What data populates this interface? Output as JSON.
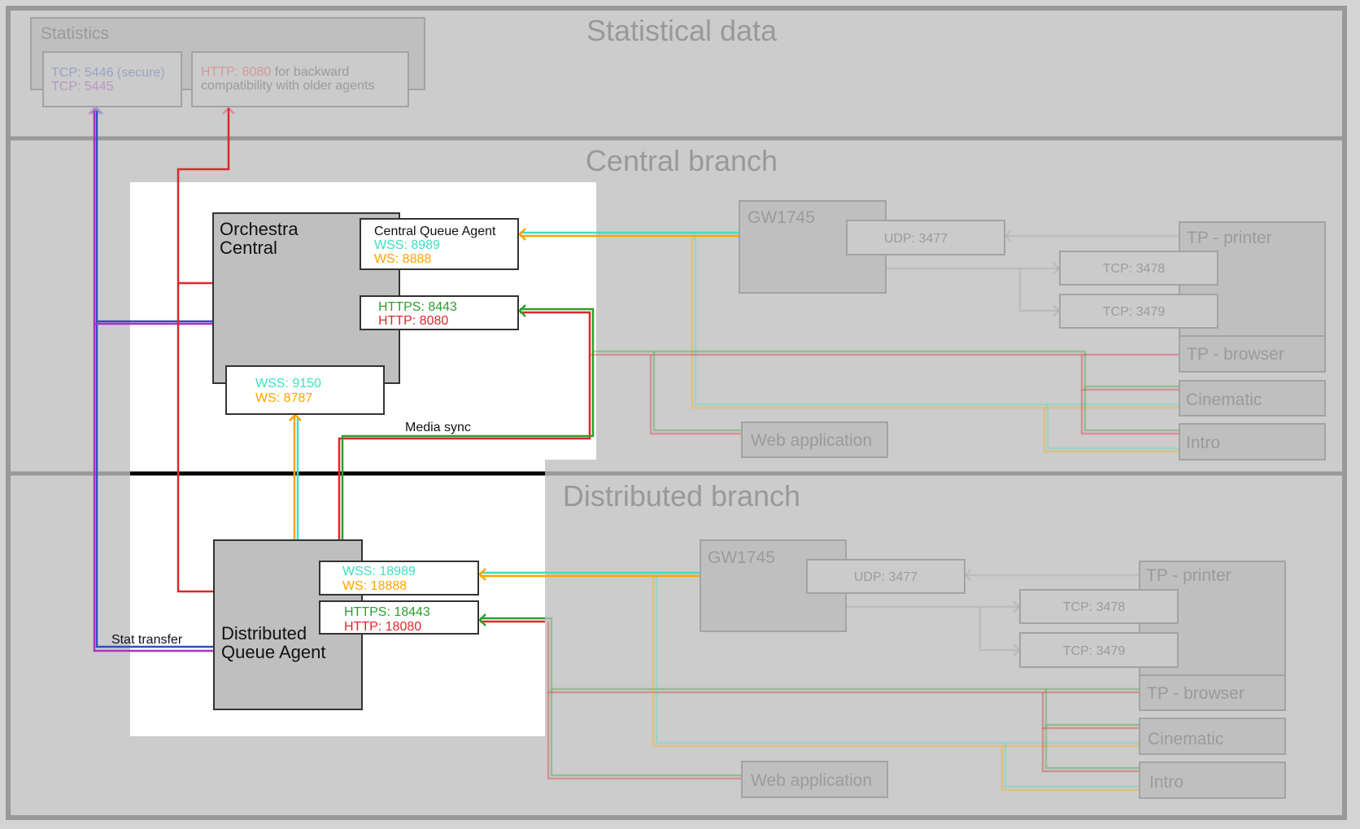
{
  "sections": {
    "statistical": "Statistical data",
    "central": "Central branch",
    "distributed": "Distributed branch"
  },
  "statistics": {
    "title": "Statistics",
    "tcp_secure": "TCP: 5446 (secure)",
    "tcp": "TCP: 5445",
    "http_port": "HTTP: 8080",
    "http_note_1": " for backward",
    "http_note_2": "compatibility with older agents"
  },
  "orchestra": {
    "title_1": "Orchestra",
    "title_2": "Central",
    "cqa_title": "Central Queue Agent",
    "cqa_wss": "WSS: 8989",
    "cqa_ws": "WS: 8888",
    "https": "HTTPS: 8443",
    "http": "HTTP: 8080",
    "wss_9150": "WSS: 9150",
    "ws_8787": "WS: 8787",
    "media_sync": "Media sync"
  },
  "distributed_agent": {
    "title_1": "Distributed",
    "title_2": "Queue Agent",
    "wss": "WSS: 18989",
    "ws": "WS: 18888",
    "https": "HTTPS: 18443",
    "http": "HTTP: 18080",
    "stat_transfer": "Stat transfer"
  },
  "branch_nodes": {
    "gateway": "GW1745",
    "udp": "UDP: 3477",
    "tcp_3478": "TCP: 3478",
    "tcp_3479": "TCP: 3479",
    "tp_printer": "TP - printer",
    "tp_browser": "TP - browser",
    "cinematic": "Cinematic",
    "intro": "Intro",
    "web_app": "Web application"
  },
  "colors": {
    "wss": "#3ee0c0",
    "ws": "#ffa500",
    "https": "#2ca02c",
    "http": "#e0262b",
    "tcp_secure": "#3050c0",
    "tcp": "#b030c0",
    "background": "#cccccc",
    "border": "#999999"
  }
}
